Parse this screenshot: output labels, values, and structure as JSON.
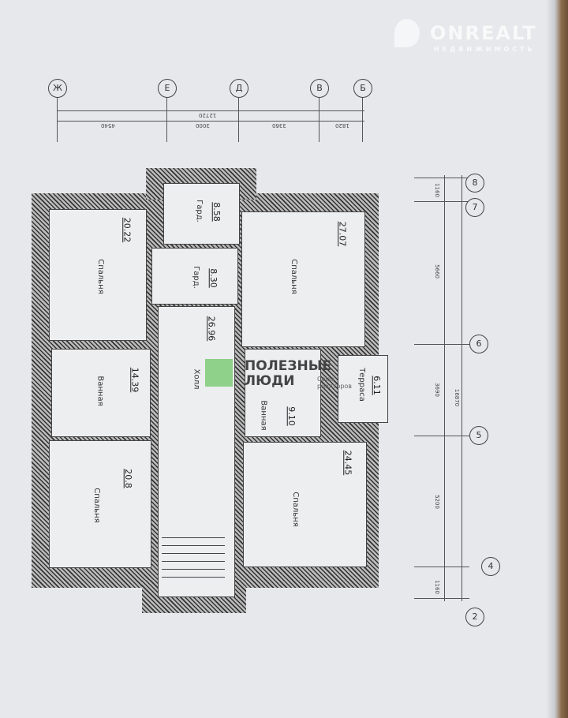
{
  "watermarks": {
    "onrealt": "ONREALT",
    "onrealt_sub": "НЕДВИЖИМОСТЬ",
    "pl_title_1": "ПОЛЕЗНЫЕ",
    "pl_title_2": "ЛЮДИ",
    "pl_sub_1": "Союз",
    "pl_sub_2": "риэлторов"
  },
  "axes_top": {
    "labels": [
      "Ж",
      "Е",
      "Д",
      "В",
      "Б"
    ],
    "dims": [
      "4540",
      "3000",
      "3360",
      "1820"
    ],
    "total": "12720"
  },
  "axes_right": {
    "labels": [
      "8",
      "7",
      "6",
      "5",
      "4",
      "2"
    ],
    "dims": [
      "1160",
      "5660",
      "3690",
      "5200",
      "1160"
    ],
    "total": "16870"
  },
  "rooms": [
    {
      "name": "Спальня",
      "area": "20.22"
    },
    {
      "name": "Ванная",
      "area": "14.39"
    },
    {
      "name": "Спальня",
      "area": "20.8"
    },
    {
      "name": "Гард.",
      "area": "8.58"
    },
    {
      "name": "Гард.",
      "area": "8.30"
    },
    {
      "name": "Холл",
      "area": "26.96"
    },
    {
      "name": "Спальня",
      "area": "27.07"
    },
    {
      "name": "Ванная",
      "area": "9.10"
    },
    {
      "name": "Терраса",
      "area": "6.11"
    },
    {
      "name": "Спальня",
      "area": "24.45"
    }
  ]
}
